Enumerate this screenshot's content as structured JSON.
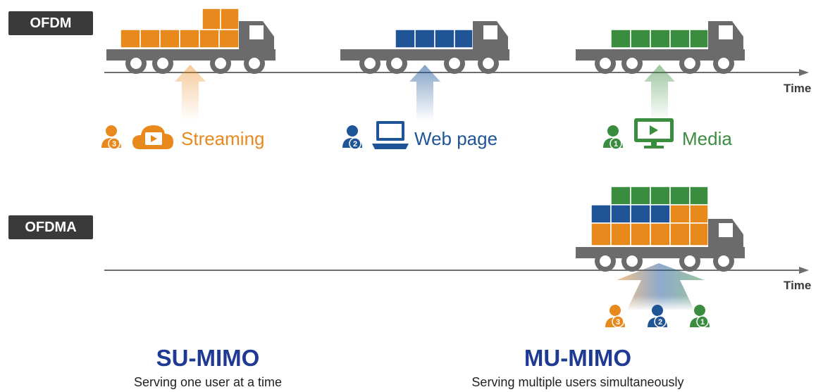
{
  "ofdm": {
    "label": "OFDM",
    "axis_label": "Time",
    "services": [
      {
        "name": "Streaming",
        "user_number": "3",
        "color": "#e8891d",
        "icon": "cloud-play-icon"
      },
      {
        "name": "Web page",
        "user_number": "2",
        "color": "#1f5597",
        "icon": "laptop-icon"
      },
      {
        "name": "Media",
        "user_number": "1",
        "color": "#3a8c3f",
        "icon": "monitor-play-icon"
      }
    ]
  },
  "ofdma": {
    "label": "OFDMA",
    "axis_label": "Time",
    "users": [
      "3",
      "2",
      "1"
    ]
  },
  "su_mimo": {
    "title": "SU-MIMO",
    "subtitle": "Serving one user at a time"
  },
  "mu_mimo": {
    "title": "MU-MIMO",
    "subtitle": "Serving multiple users simultaneously"
  },
  "colors": {
    "orange": "#e8891d",
    "blue": "#1f5597",
    "green": "#3a8c3f",
    "truck": "#6b6b6b",
    "axis": "#6d6d6d",
    "label_bg": "#3a3a3a"
  }
}
